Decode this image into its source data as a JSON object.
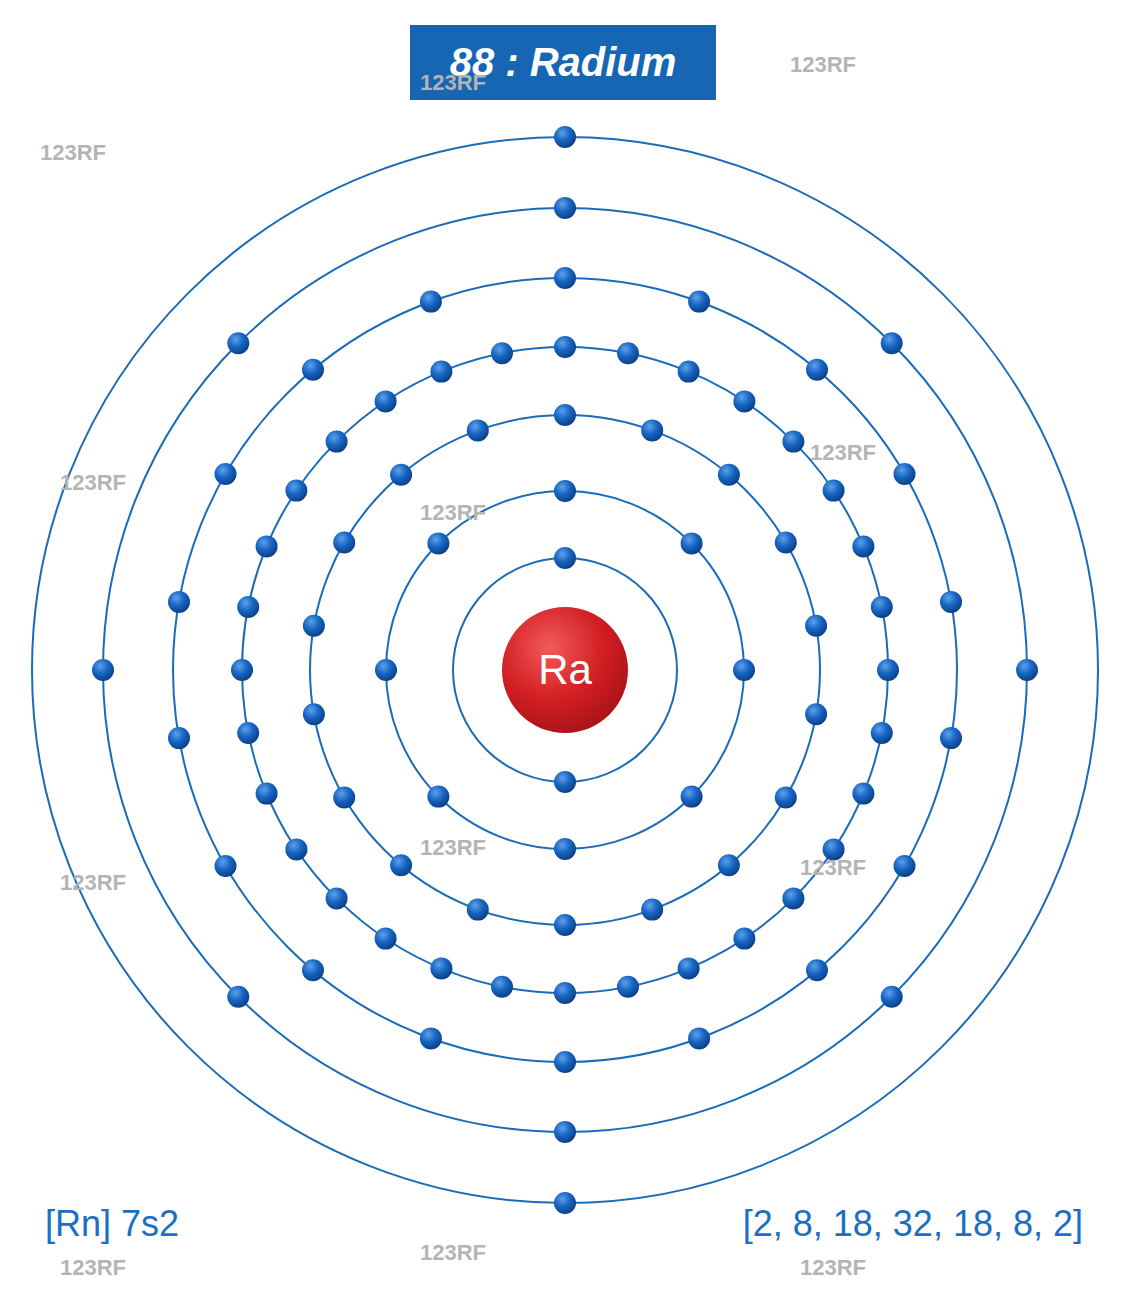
{
  "diagram": {
    "title": "88 : Radium",
    "nodes": [
      {
        "text": [
          "Ra"
        ]
      }
    ],
    "labels": [
      "[Rn] 7s2",
      "[2, 8, 18, 32, 18, 8, 2]",
      "123RF",
      "123RF",
      "123RF",
      "123RF",
      "123RF",
      "123RF",
      "123RF",
      "123RF",
      "123RF",
      "123RF",
      "123RF",
      "123RF"
    ]
  }
}
